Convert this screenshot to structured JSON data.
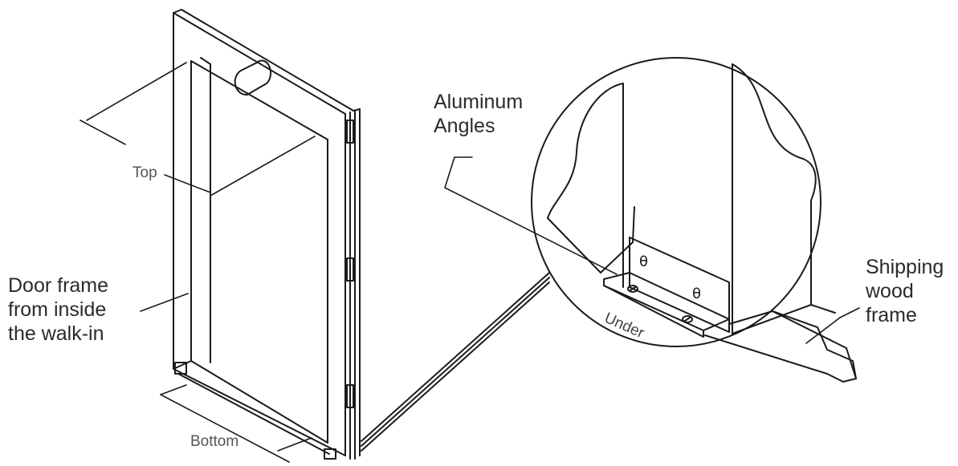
{
  "colors": {
    "stroke": "#1a1a1a",
    "label_text": "#2b2b2b",
    "background": "#ffffff"
  },
  "labels": {
    "aluminum_angles": [
      "Aluminum",
      "Angles"
    ],
    "door_frame": [
      "Door frame",
      "from inside",
      "the walk-in"
    ],
    "shipping_wood_frame": [
      "Shipping",
      "wood",
      "frame"
    ],
    "top": "Top",
    "bottom": "Bottom",
    "under": "Under",
    "angle_marks": [
      "θ",
      "θ"
    ]
  }
}
